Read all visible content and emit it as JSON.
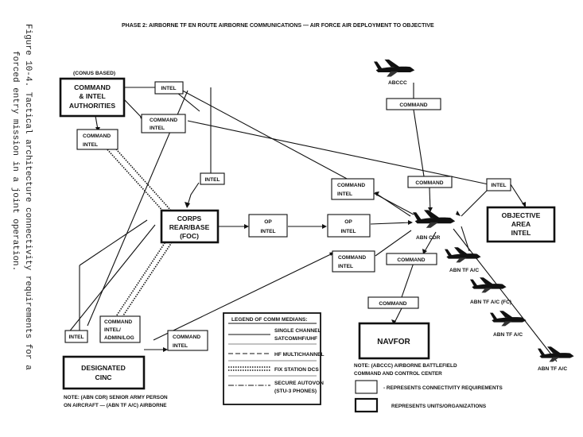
{
  "title": "PHASE 2: AIRBORNE TF EN ROUTE AIRBORNE COMMUNICATIONS — AIR FORCE AIR DEPLOYMENT TO OBJECTIVE",
  "caption": {
    "line1": "Figure 10-4. Tactical architecture connectivity requirements for a",
    "line2": "forced entry mission in a joint operation."
  },
  "units": {
    "conus_tag": "(CONUS BASED)",
    "nca": [
      "COMMAND",
      "& INTEL",
      "AUTHORITIES"
    ],
    "corps": [
      "CORPS",
      "REAR/BASE",
      "(FOC)"
    ],
    "objective": [
      "OBJECTIVE",
      "AREA",
      "INTEL"
    ],
    "navfor": "NAVFOR",
    "cinc": [
      "DESIGNATED",
      "CINC"
    ]
  },
  "links": {
    "intel_nca": "INTEL",
    "cmd_intel_mid": [
      "COMMAND",
      "INTEL"
    ],
    "cmd_intel_left": [
      "COMMAND",
      "INTEL"
    ],
    "intel_corps": "INTEL",
    "op_intel_left": [
      "OP",
      "INTEL"
    ],
    "op_intel_right": [
      "OP",
      "INTEL"
    ],
    "cmd_intel_right_upper": [
      "COMMAND",
      "INTEL"
    ],
    "cmd_intel_right_lower": [
      "COMMAND",
      "INTEL"
    ],
    "command_abccc": "COMMAND",
    "command_abn": "COMMAND",
    "intel_objective": "INTEL",
    "command_center": "COMMAND",
    "command_navfor": "COMMAND",
    "intel_cinc": "INTEL",
    "cmd_intel_admin": [
      "COMMAND",
      "INTEL/",
      "ADMIN/LOG"
    ],
    "cmd_intel_cinc": [
      "COMMAND",
      "INTEL"
    ]
  },
  "aircraft": {
    "abccc": "ABCCC",
    "abn_cdr": "ABN CDR",
    "tf1": "ABN TF A/C",
    "tf_fc": "ABN TF A/C (FC)",
    "tf3": "ABN TF A/C",
    "tf4": "ABN TF A/C"
  },
  "legend": {
    "title": "LEGEND OF COMM MEDIANS:",
    "items": [
      {
        "style": "solid",
        "label": [
          "SINGLE CHANNEL",
          "SATCOM/HF/UHF"
        ]
      },
      {
        "style": "dashed",
        "label": [
          "HF MULTICHANNEL"
        ]
      },
      {
        "style": "dcs",
        "label": [
          "FIX STATION DCS"
        ]
      },
      {
        "style": "dashdot",
        "label": [
          "SECURE AUTOVON",
          "(STU-3 PHONES)"
        ]
      }
    ]
  },
  "notes": {
    "left": [
      "NOTE: (ABN CDR) SENIOR ARMY PERSON",
      "ON AIRCRAFT — (ABN TF A/C) AIRBORNE"
    ],
    "right": [
      "NOTE: (ABCCC) AIRBORNE BATTLEFIELD",
      "COMMAND AND CONTROL CENTER"
    ],
    "key_connectivity": "- REPRESENTS CONNECTIVITY REQUIREMENTS",
    "key_units": "REPRESENTS UNITS/ORGANIZATIONS"
  }
}
